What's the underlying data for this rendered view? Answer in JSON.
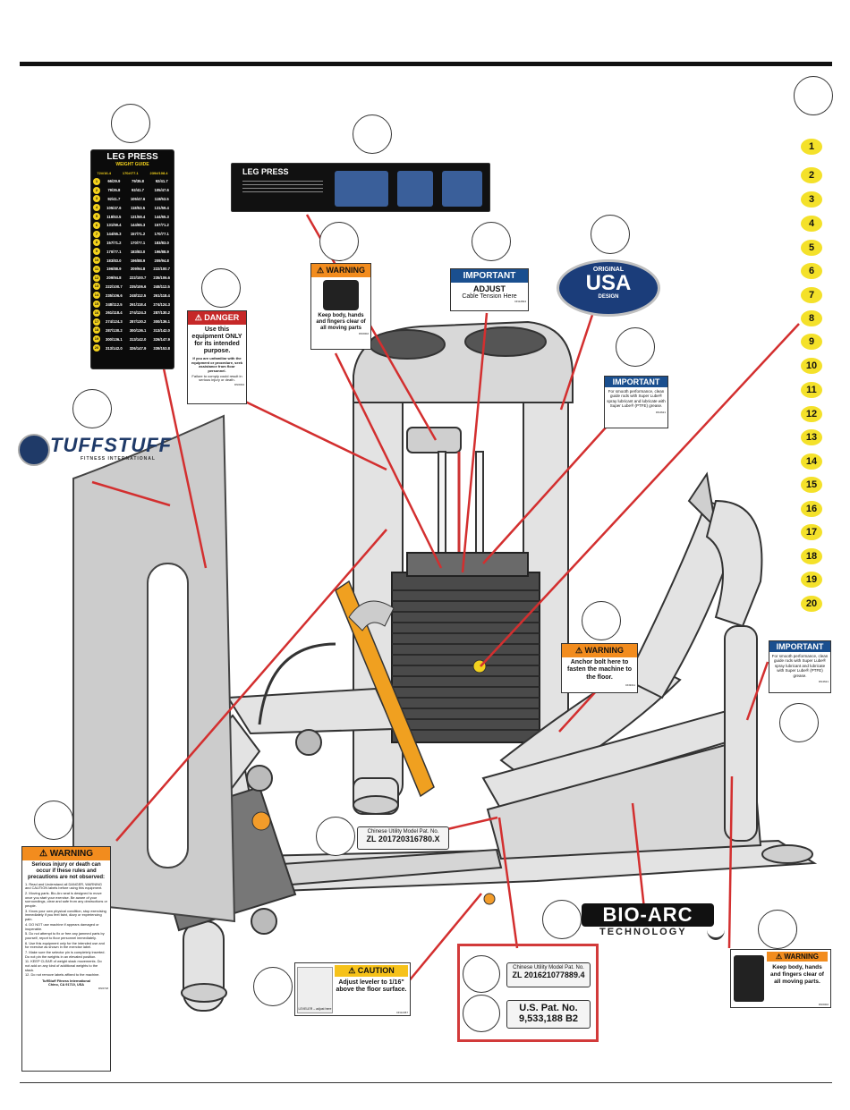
{
  "numbers": [
    "1",
    "2",
    "3",
    "4",
    "5",
    "6",
    "7",
    "8",
    "9",
    "10",
    "11",
    "12",
    "13",
    "14",
    "15",
    "16",
    "17",
    "18",
    "19",
    "20"
  ],
  "leg_press_chart": {
    "title": "LEG PRESS",
    "subtitle": "WEIGHT GUIDE",
    "col_headers": [
      "72#/16.4",
      "170#/77.1",
      "239#/108.4"
    ],
    "rows": [
      [
        "1",
        "66/29.9",
        "79/35.8",
        "92/41.7"
      ],
      [
        "2",
        "79/35.8",
        "92/41.7",
        "105/47.6"
      ],
      [
        "3",
        "92/41.7",
        "105/47.6",
        "118/53.5"
      ],
      [
        "4",
        "105/47.6",
        "118/53.5",
        "131/59.4"
      ],
      [
        "5",
        "118/53.5",
        "131/59.4",
        "144/65.3"
      ],
      [
        "6",
        "131/59.4",
        "144/65.3",
        "157/71.2"
      ],
      [
        "7",
        "144/65.3",
        "157/71.2",
        "170/77.1"
      ],
      [
        "8",
        "157/71.2",
        "170/77.1",
        "183/83.0"
      ],
      [
        "9",
        "170/77.1",
        "183/83.0",
        "196/88.9"
      ],
      [
        "10",
        "183/83.0",
        "196/88.9",
        "209/94.8"
      ],
      [
        "11",
        "196/88.9",
        "209/94.8",
        "222/100.7"
      ],
      [
        "12",
        "209/94.8",
        "222/100.7",
        "235/106.6"
      ],
      [
        "13",
        "222/100.7",
        "235/106.6",
        "248/112.5"
      ],
      [
        "14",
        "235/106.6",
        "248/112.5",
        "261/118.4"
      ],
      [
        "15",
        "248/112.5",
        "261/118.4",
        "274/124.3"
      ],
      [
        "16",
        "261/118.4",
        "274/124.3",
        "287/130.2"
      ],
      [
        "17",
        "274/124.3",
        "287/130.2",
        "300/136.1"
      ],
      [
        "18",
        "287/130.2",
        "300/136.1",
        "313/142.0"
      ],
      [
        "19",
        "300/136.1",
        "313/142.0",
        "326/147.9"
      ],
      [
        "20",
        "313/142.0",
        "326/147.9",
        "339/153.8"
      ]
    ]
  },
  "instruction_placard": {
    "title": "LEG PRESS"
  },
  "warning_top": {
    "header": "WARNING",
    "text": "Keep body, hands and fingers clear of all moving parts",
    "code": "DN6002"
  },
  "important_cable": {
    "header": "IMPORTANT",
    "line1": "ADJUST",
    "line2": "Cable Tension Here",
    "code": "DN12824"
  },
  "usa_badge": {
    "top": "ORIGINAL",
    "main": "USA",
    "bottom": "DESIGN"
  },
  "danger": {
    "header": "DANGER",
    "line1": "Use this equipment ONLY for its intended purpose.",
    "line2": "If you are unfamiliar with the equipment or procedure, seek assistance from floor personnel.",
    "line3": "Failure to comply could result in serious injury or death.",
    "code": "DN6034"
  },
  "important_lube_1": {
    "header": "IMPORTANT",
    "text": "For smooth performance, clean guide rods with Super Lube® spray lubricant and lubricate with Super Lube® (PTFE) grease.",
    "code": "DN4621"
  },
  "important_lube_2": {
    "header": "IMPORTANT",
    "text": "For smooth performance, clean guide rods with Super Lube® spray lubricant and lubricate with Super Lube® (PTFE) grease.",
    "code": "DN4621"
  },
  "tuffstuff": {
    "name": "TUFFSTUFF",
    "tag": "FITNESS INTERNATIONAL"
  },
  "warning_anchor": {
    "header": "WARNING",
    "text": "Anchor bolt here to fasten the machine to the floor.",
    "code": "DN3011"
  },
  "patent_cn_1": {
    "line1": "Chinese Utility Model Pat. No.",
    "line2": "ZL 201720316780.X"
  },
  "patent_cn_2": {
    "line1": "Chinese Utility Model Pat. No.",
    "line2": "ZL 201621077889.4"
  },
  "patent_us": {
    "line1": "U.S. Pat. No.",
    "line2": "9,533,188 B2"
  },
  "bioarc": {
    "line1": "BIO-ARC",
    "line2": "TECHNOLOGY"
  },
  "caution": {
    "header": "CAUTION",
    "text": "Adjust leveler to 1/16\" above the floor surface.",
    "leveler_label": "LEVELER – adjust here",
    "code": "DN12457"
  },
  "warning_bottom_right": {
    "header": "WARNING",
    "text": "Keep body, hands and fingers clear of all moving parts.",
    "code": "DN6002"
  },
  "warning_big": {
    "header": "WARNING",
    "intro": "Serious injury or death can occur if these rules and precautions are not observed:",
    "items": [
      "1. Read and Understand all DANGER, WARNING and CAUTION labels before using this equipment.",
      "2. Moving parts. Bio-Arc seat is designed to move once you start your exercise. Be aware of your surroundings, clear and safe from any obstructions or people.",
      "3. Know your own physical condition, stop exercising immediately if you feel faint, dizzy or experiencing pain.",
      "4. DO NOT use machine if appears damaged or inoperable.",
      "5. Do not attempt to fix or free any jammed parts by yourself, report to floor personnel immediately.",
      "6. Use this equipment only for the intended use and for exercise as shown in the exercise label.",
      "7. Make sure the selector pin is completely inserted. Do not pin the weights in an elevated position.",
      "11. KEEP CLEAR of weight stack movements. Do not add on any kind of additional weights to the stack.",
      "12. Do not remove labels affixed to the machine."
    ],
    "footer1": "TuffStuff Fitness International",
    "footer2": "Chino, CA 91710, USA",
    "code": "DN6718"
  }
}
